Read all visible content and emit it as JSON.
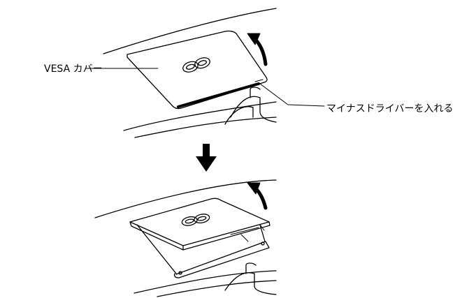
{
  "labels": {
    "vesa_cover": "VESA カバー",
    "driver_instruction": "マイナスドライバーを入れる"
  },
  "colors": {
    "line": "#000000",
    "background": "#ffffff",
    "slot": "#000000"
  },
  "icons": {
    "lift_arrow": "curved-arrow-icon",
    "step_arrow": "down-arrow-icon",
    "logo": "fujitsu-infinity-logo"
  }
}
